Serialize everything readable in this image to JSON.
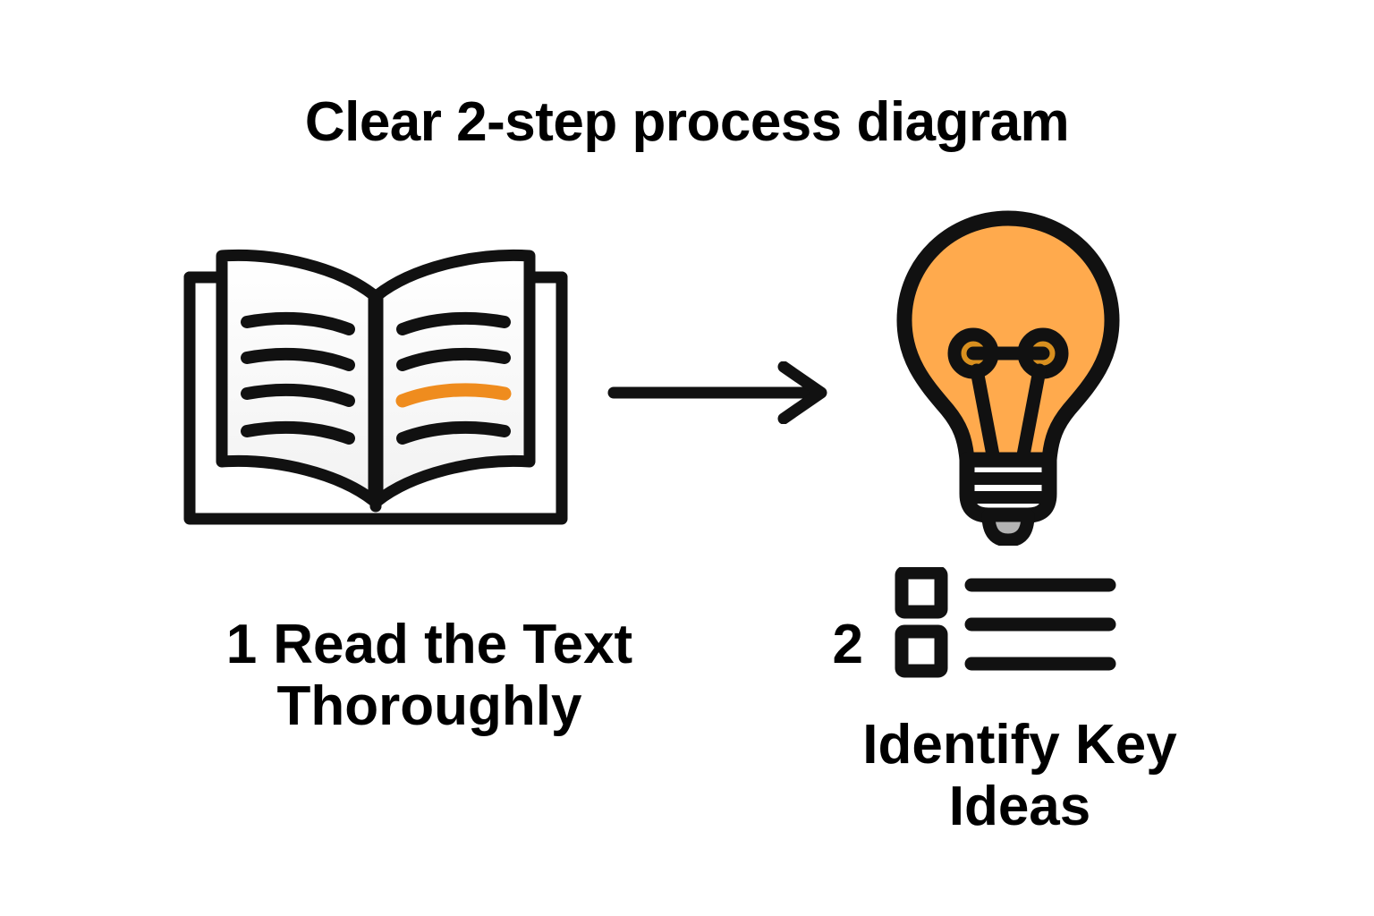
{
  "title": "Clear 2-step process diagram",
  "background_color": "#ffffff",
  "colors": {
    "ink": "#111111",
    "bulb_fill": "#FFAA4D",
    "bulb_filament_fill": "#D9901F",
    "highlight_orange": "#EF8C1E",
    "bulb_tip_gray": "#B3B3B3",
    "page_fill": "#FAFAFA"
  },
  "steps": [
    {
      "number": "1",
      "label": "Read the Text Thoroughly",
      "icon": "open-book-icon",
      "icon_detail": {
        "name": "open-book-icon",
        "pages": 2,
        "lines_per_page": 4,
        "highlighted_line": {
          "page": "right",
          "index": 3,
          "color": "#EF8C1E"
        }
      }
    },
    {
      "number": "2",
      "label": "Identify Key Ideas",
      "icon": "lightbulb-icon",
      "secondary_icon": "checklist-icon",
      "icon_detail": {
        "name": "lightbulb-icon",
        "fill": "#FFAA4D",
        "filament_loops": 2,
        "base_bands": 2
      },
      "secondary_icon_detail": {
        "name": "checklist-icon",
        "checkboxes": 2,
        "bars": 3
      }
    }
  ],
  "connector": {
    "name": "arrow-right-icon",
    "from_step": "1",
    "to_step": "2",
    "direction": "right"
  }
}
